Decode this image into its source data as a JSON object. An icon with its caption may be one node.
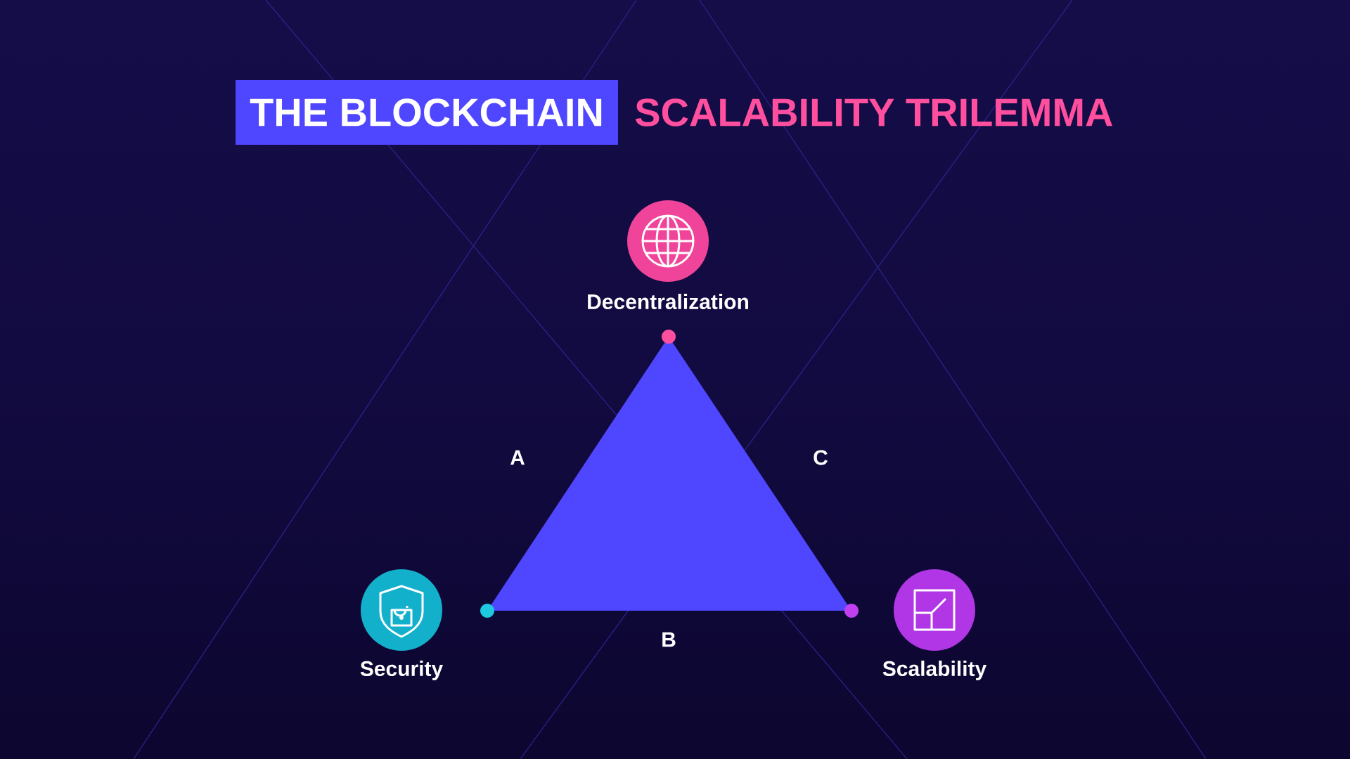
{
  "diagram": {
    "nodes": [
      {
        "text": [
          "THE BLOCKCHAIN"
        ]
      },
      {
        "text": [
          "Decentralization"
        ]
      },
      {
        "text": [
          "Security"
        ]
      },
      {
        "text": [
          "Scalability"
        ]
      }
    ],
    "labels": [
      "SCALABILITY TRILEMMA",
      "A",
      "C",
      "B"
    ]
  }
}
